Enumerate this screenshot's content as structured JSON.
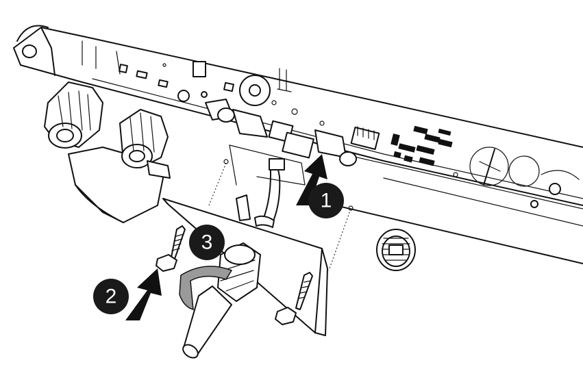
{
  "figure": {
    "steps": [
      {
        "number": "1"
      },
      {
        "number": "2"
      },
      {
        "number": "3"
      }
    ],
    "colors": {
      "line": "#111111",
      "badge": "#1a1a1a",
      "arrow": "#111111",
      "tape": "#9a9a9a",
      "background": "#ffffff"
    }
  }
}
